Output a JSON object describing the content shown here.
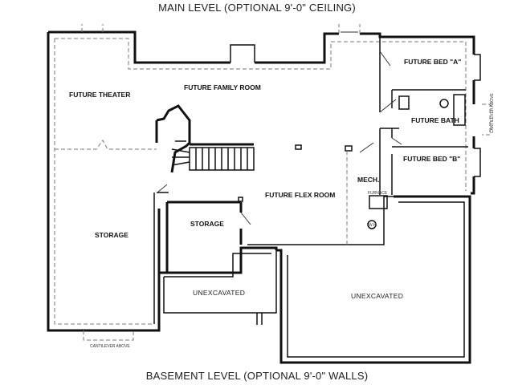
{
  "titles": {
    "top": "MAIN LEVEL (OPTIONAL 9'-0\" CEILING)",
    "bottom": "BASEMENT LEVEL (OPTIONAL 9'-0\" WALLS)"
  },
  "rooms": {
    "future_theater": "FUTURE THEATER",
    "future_family_room": "FUTURE FAMILY ROOM",
    "future_bed_a": "FUTURE BED \"A\"",
    "future_bath": "FUTURE BATH",
    "future_bed_b": "FUTURE BED \"B\"",
    "mech": "MECH.",
    "future_flex_room": "FUTURE FLEX ROOM",
    "storage_left": "STORAGE",
    "storage_center": "STORAGE",
    "unexcavated_left": "UNEXCAVATED",
    "unexcavated_right": "UNEXCAVATED"
  },
  "notes": {
    "cantilever_bottom": "CANTILEVER ABOVE",
    "cantilever_right": "CANTILEVER ABOVE",
    "furnace": "FURNACE",
    "water_heater": "W.H."
  }
}
